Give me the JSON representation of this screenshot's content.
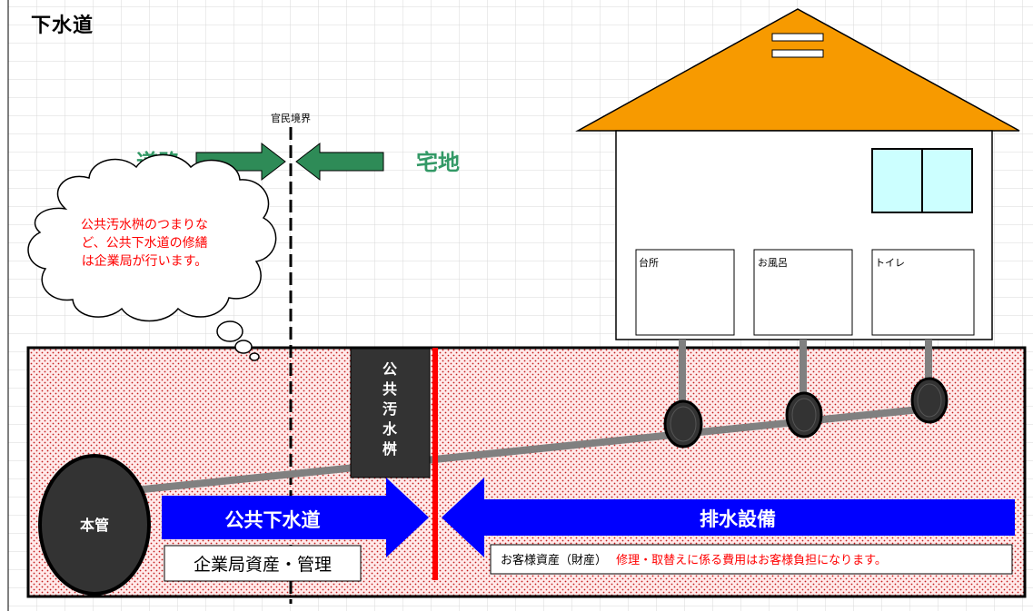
{
  "title": "下水道",
  "boundary_label": "官民境界",
  "road_label": "道路",
  "residential_label": "宅地",
  "cloud_note": [
    "公共汚水桝のつまりな",
    "ど、公共下水道の修繕",
    "は企業局が行います。"
  ],
  "rooms": [
    "台所",
    "お風呂",
    "トイレ"
  ],
  "main_pipe_label": "本管",
  "public_manhole_label": "公共汚水桝",
  "public_sewer_label": "公共下水道",
  "drainage_label": "排水設備",
  "bureau_asset_label": "企業局資産・管理",
  "customer_asset_label": "お客様資産（財産）",
  "customer_cost_note": "修理・取替えに係る費用はお客様負担になります。",
  "colors": {
    "roof": "#F79A00",
    "arrow_green": "#2E8B57",
    "label_green": "#339966",
    "arrow_blue": "#0000FF",
    "boundary_red": "#FF0000",
    "note_red": "#FF0000",
    "ground": "#FFE4E1",
    "ground_dots": "#C41E1E",
    "pipe": "#808080",
    "window": "#CCFFFF"
  }
}
